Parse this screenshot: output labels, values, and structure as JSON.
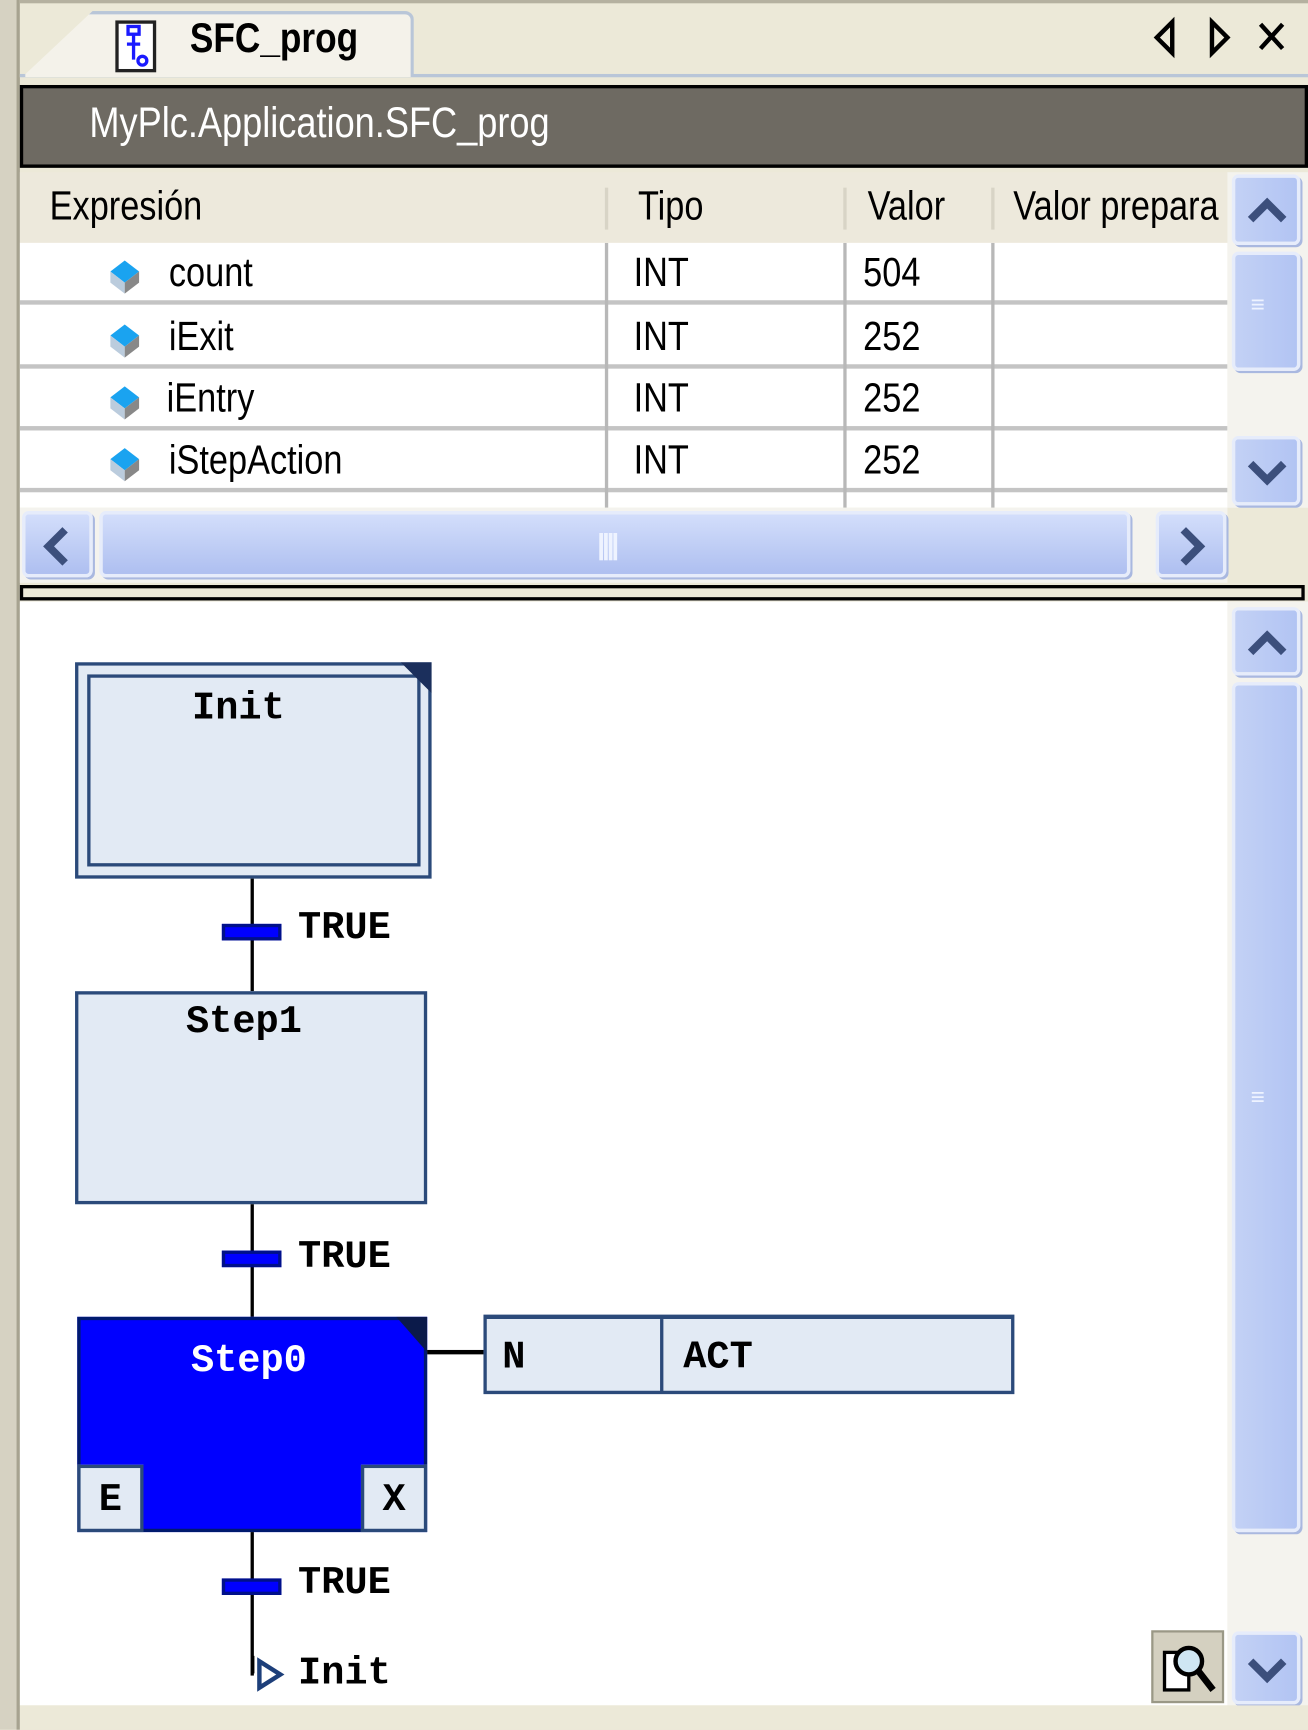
{
  "tab": {
    "title": "SFC_prog",
    "icon": "sfc-program-icon"
  },
  "window_controls": {
    "prev": "triangle-left-icon",
    "next": "triangle-right-icon",
    "close": "close-icon"
  },
  "path_title": "MyPlc.Application.SFC_prog",
  "watch_table": {
    "columns": [
      "Expresión",
      "Tipo",
      "Valor",
      "Valor prepara"
    ],
    "rows": [
      {
        "expression": "count",
        "type": "INT",
        "value": "504",
        "prepared": ""
      },
      {
        "expression": "iExit",
        "type": "INT",
        "value": "252",
        "prepared": ""
      },
      {
        "expression": "iEntry",
        "type": "INT",
        "value": "252",
        "prepared": ""
      },
      {
        "expression": "iStepAction",
        "type": "INT",
        "value": "252",
        "prepared": ""
      }
    ]
  },
  "sfc": {
    "init_step": "Init",
    "step1": "Step1",
    "step0": "Step0",
    "step0_entry": "E",
    "step0_exit": "X",
    "transitions": [
      "TRUE",
      "TRUE",
      "TRUE"
    ],
    "action": {
      "qualifier": "N",
      "name": "ACT"
    },
    "jump_target": "Init",
    "active_color": "#0000ff"
  }
}
